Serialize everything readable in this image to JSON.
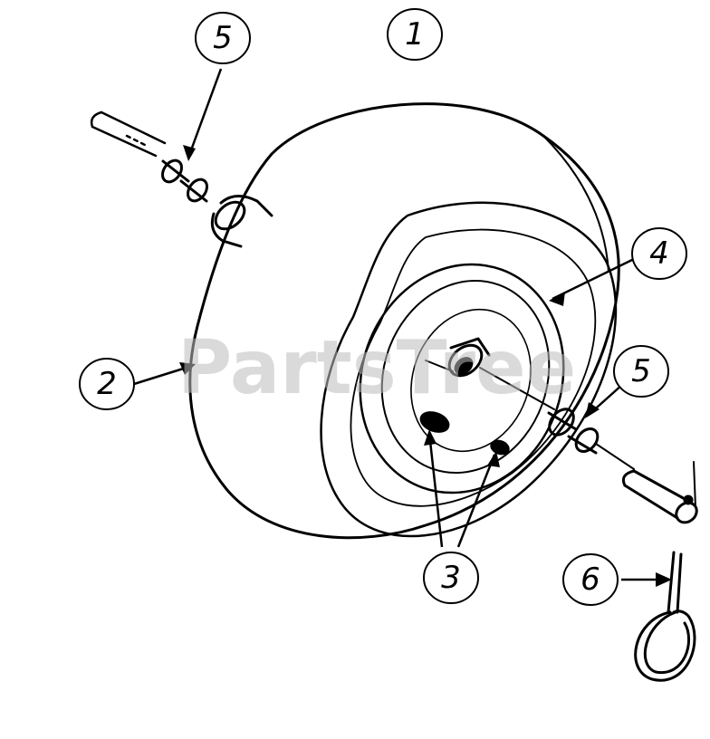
{
  "watermark": "PartsTree",
  "callouts": {
    "c1": "1",
    "c2": "2",
    "c3": "3",
    "c4": "4",
    "c5_top": "5",
    "c5_right": "5",
    "c6": "6"
  },
  "colors": {
    "ink": "#000000",
    "watermark": "#bdbdbd",
    "background": "#ffffff"
  }
}
